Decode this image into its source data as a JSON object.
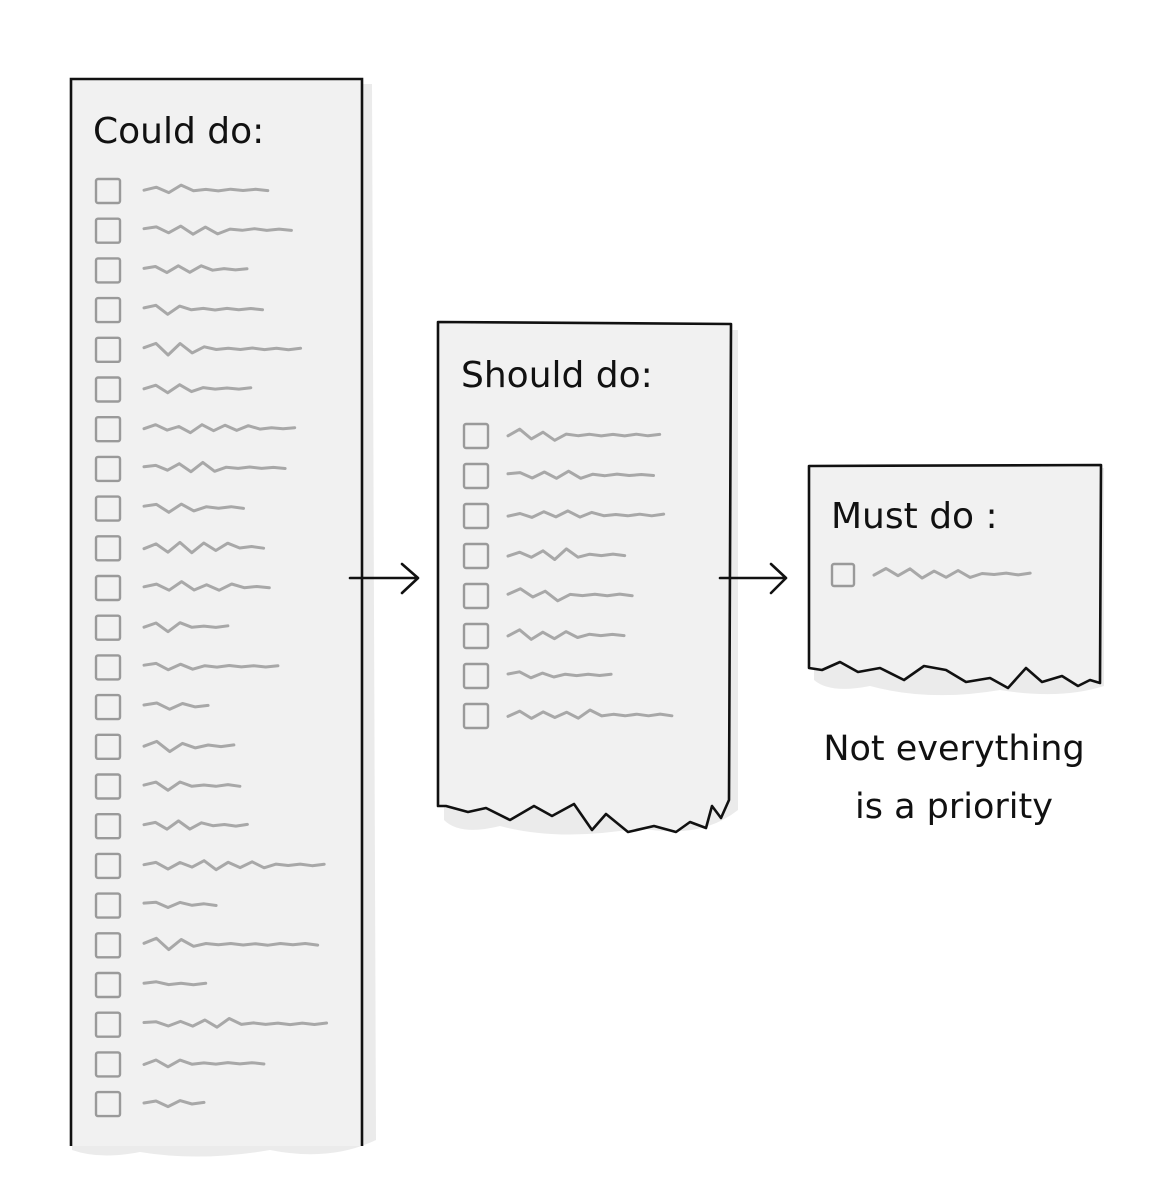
{
  "lists": [
    {
      "id": "could",
      "title": "Could do:",
      "item_count": 24
    },
    {
      "id": "should",
      "title": "Should do:",
      "item_count": 8
    },
    {
      "id": "must",
      "title": "Must do :",
      "item_count": 1
    }
  ],
  "caption": {
    "line1": "Not everything",
    "line2": "is a priority"
  },
  "icons": {
    "arrow": "arrow-right-icon",
    "checkbox": "checkbox-icon"
  }
}
